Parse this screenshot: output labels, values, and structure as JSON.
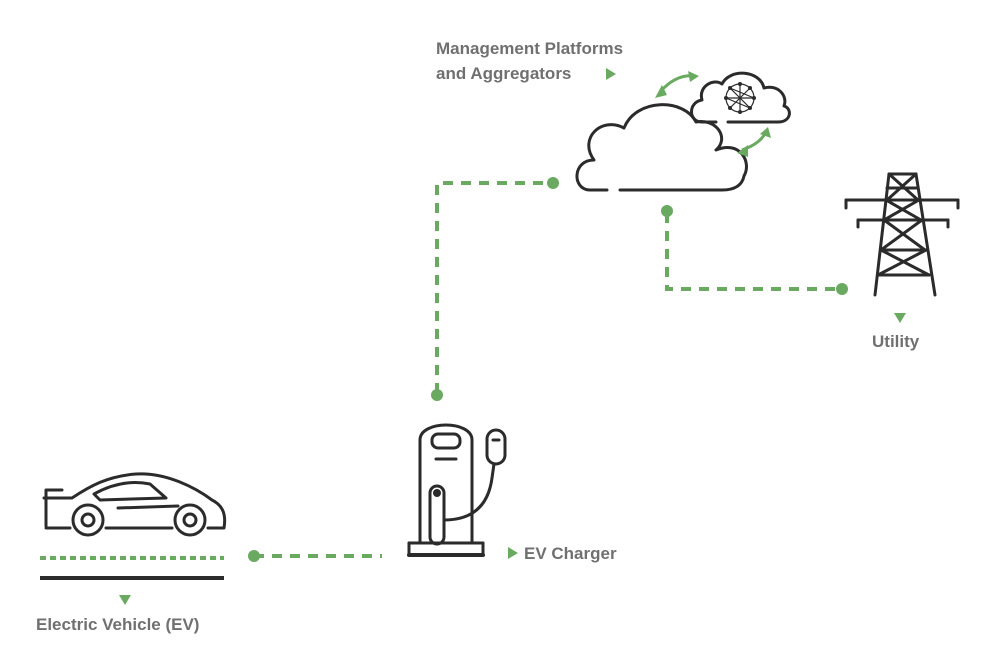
{
  "labels": {
    "platforms_line1": "Management Platforms",
    "platforms_line2": "and Aggregators",
    "utility": "Utility",
    "charger": "EV Charger",
    "vehicle": "Electric Vehicle (EV)"
  },
  "colors": {
    "accent": "#6aaa60",
    "icon_stroke": "#2b2b2b",
    "label_text": "#707070"
  },
  "icons": {
    "cloud": "cloud-icon",
    "network_cloud": "network-cloud-icon",
    "tower": "power-tower-icon",
    "charger": "ev-charger-icon",
    "car": "car-icon"
  }
}
